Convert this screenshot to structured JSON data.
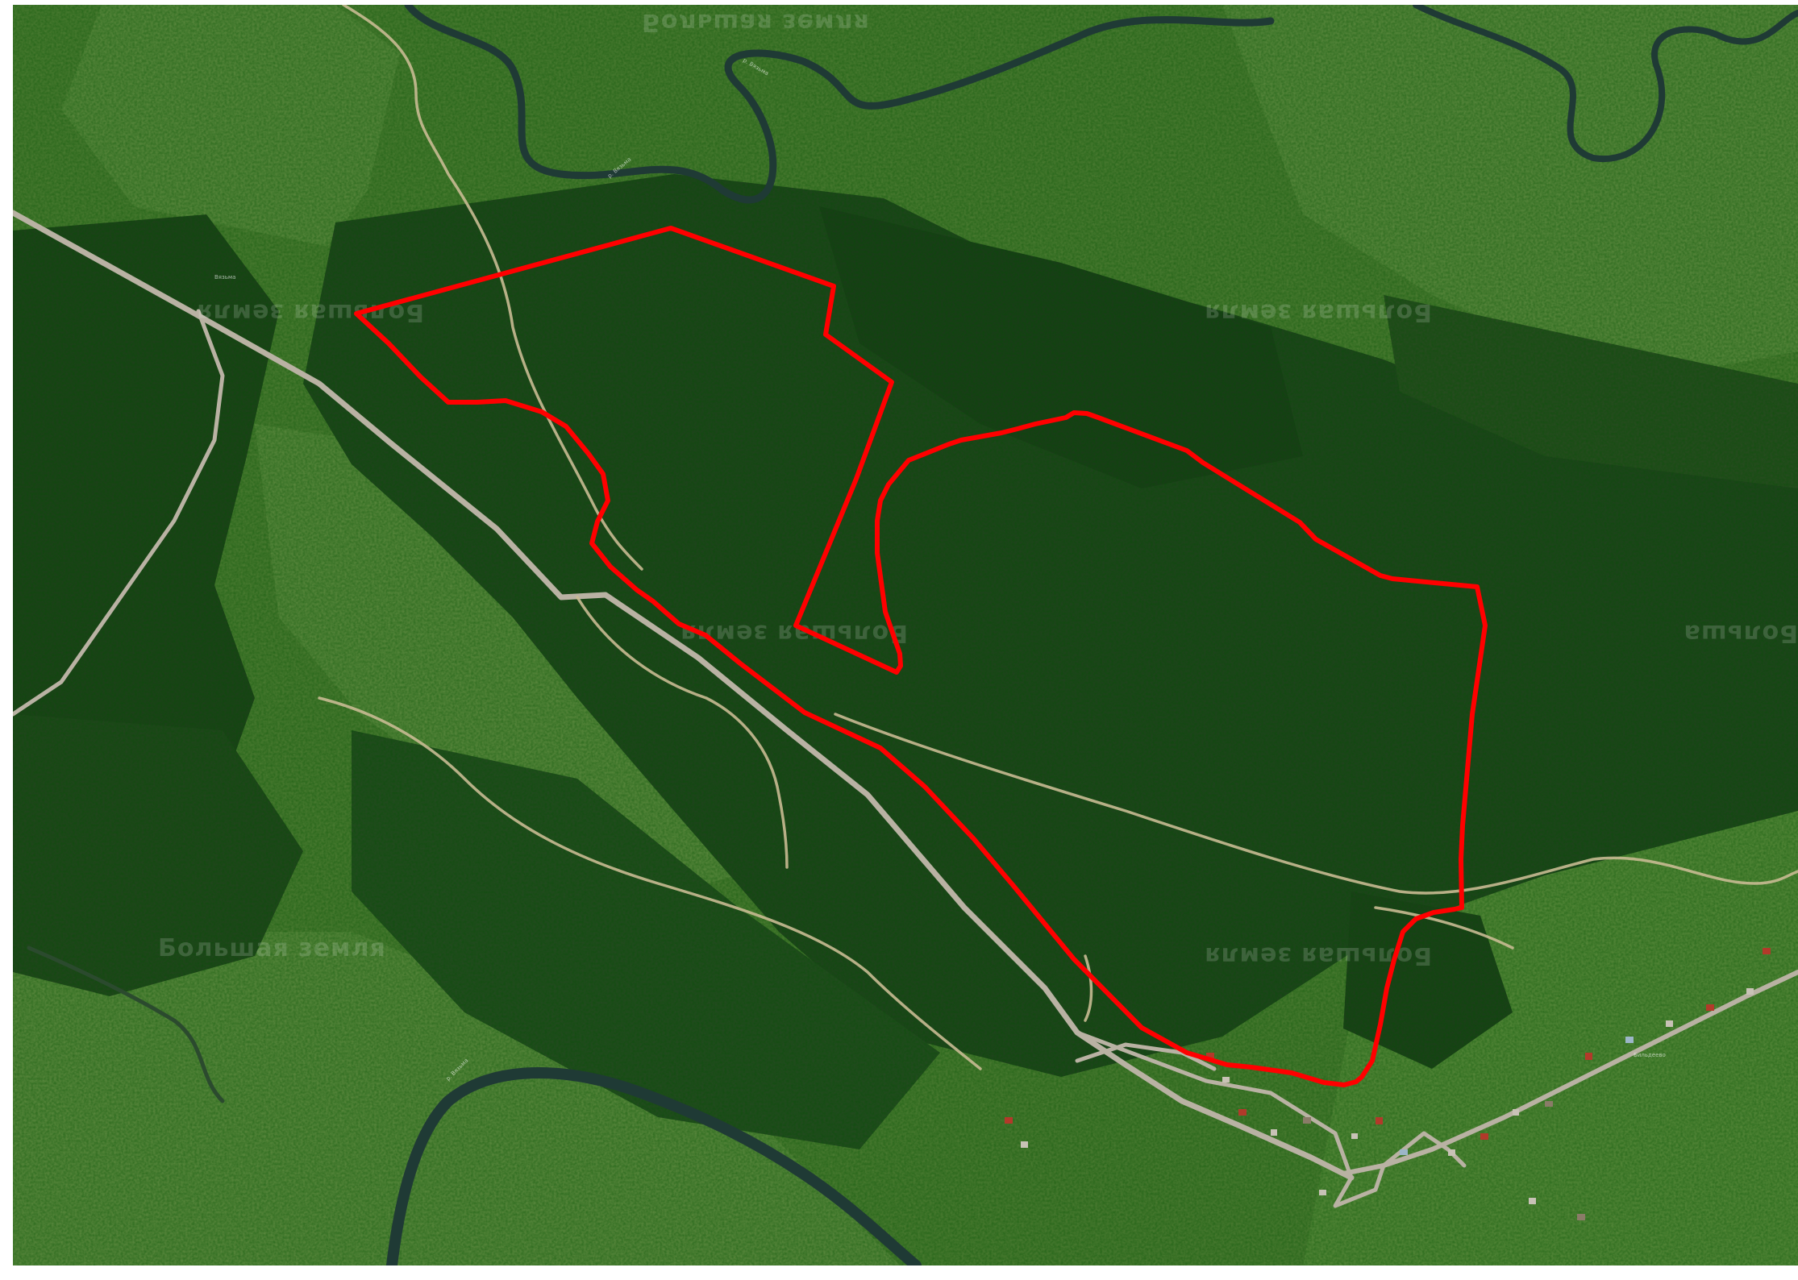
{
  "map": {
    "imagery": "satellite",
    "colors": {
      "meadow": "#4f7d34",
      "forest": "#22421f",
      "forest_dark": "#1a3418",
      "river": "#1f3a35",
      "road": "#b9b2a3",
      "path": "#c9bb93",
      "boundary": "#ff0000",
      "roof": "#b23a2a"
    },
    "watermark": "Большая земля",
    "watermark_partial": "Больша",
    "river_labels": [
      "р. Вязьма",
      "р. Вязьма",
      "р. Вязьма"
    ],
    "village_label": "Бильдеево",
    "field_label": "Вязьма"
  }
}
